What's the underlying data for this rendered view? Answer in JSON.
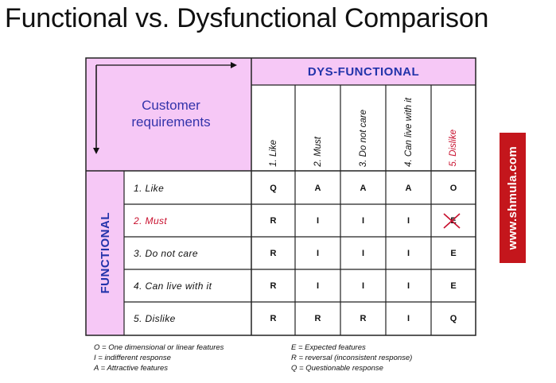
{
  "title": "Functional vs. Dysfunctional Comparison",
  "corner_label": "Customer requirements",
  "dys_header": "DYS-FUNCTIONAL",
  "functional_header": "FUNCTIONAL",
  "columns": [
    "1. Like",
    "2. Must",
    "3. Do not care",
    "4. Can live with it",
    "5. Dislike"
  ],
  "rows": [
    {
      "label": "1. Like",
      "values": [
        "Q",
        "A",
        "A",
        "A",
        "O"
      ]
    },
    {
      "label": "2. Must",
      "values": [
        "R",
        "I",
        "I",
        "I",
        "E"
      ]
    },
    {
      "label": "3. Do not care",
      "values": [
        "R",
        "I",
        "I",
        "I",
        "E"
      ]
    },
    {
      "label": "4. Can live with it",
      "values": [
        "R",
        "I",
        "I",
        "I",
        "E"
      ]
    },
    {
      "label": "5. Dislike",
      "values": [
        "R",
        "R",
        "R",
        "I",
        "Q"
      ]
    }
  ],
  "highlight_color": "#c8102e",
  "corner_fill": "#f6c8f6",
  "legend": [
    "O = One dimensional or linear features",
    "E = Expected features",
    "I = indifferent response",
    "R = reversal (inconsistent response)",
    "A = Attractive features",
    "Q = Questionable response"
  ],
  "badge": "www.shmula.com"
}
